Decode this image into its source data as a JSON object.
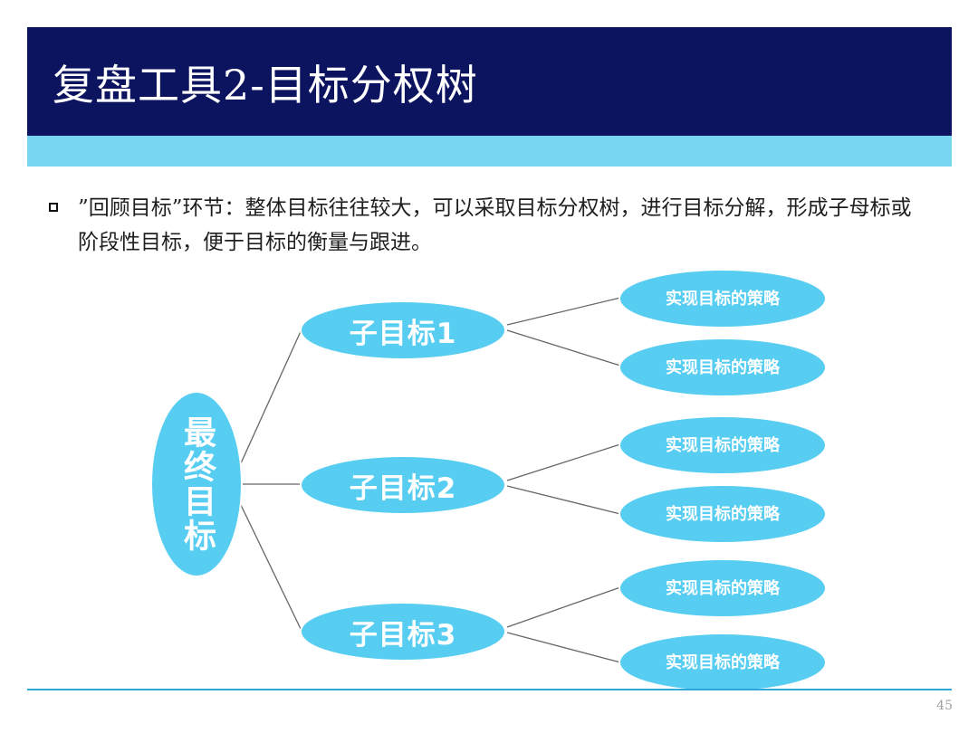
{
  "title": "复盘工具2-目标分权树",
  "bullet": "”回顾目标”环节：整体目标往往较大，可以采取目标分权树，进行目标分解，形成子母标或阶段性目标，便于目标的衡量与跟进。",
  "colors": {
    "title_bar": "#0c145f",
    "accent_band": "#79d6f3",
    "node_fill": "#57cdf2",
    "node_text": "#ffffff"
  },
  "tree": {
    "root": {
      "label": "最终目标"
    },
    "branches": [
      {
        "label": "子目标1",
        "leaves": [
          {
            "label": "实现目标的策略"
          },
          {
            "label": "实现目标的策略"
          }
        ]
      },
      {
        "label": "子目标2",
        "leaves": [
          {
            "label": "实现目标的策略"
          },
          {
            "label": "实现目标的策略"
          }
        ]
      },
      {
        "label": "子目标3",
        "leaves": [
          {
            "label": "实现目标的策略"
          },
          {
            "label": "实现目标的策略"
          }
        ]
      }
    ]
  },
  "page_number": "45"
}
